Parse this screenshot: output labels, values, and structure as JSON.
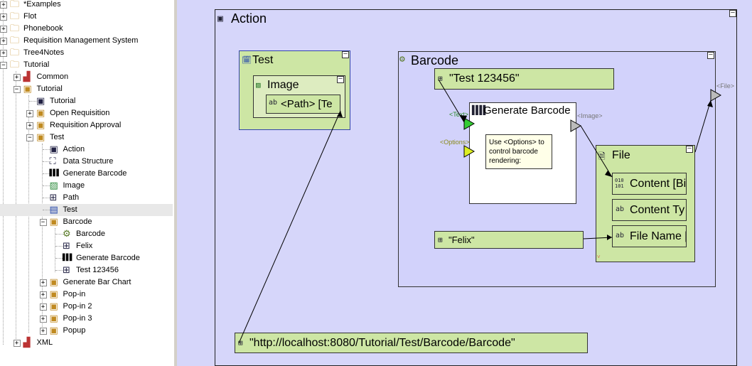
{
  "tree": {
    "items": [
      {
        "label": "*Examples"
      },
      {
        "label": "Flot"
      },
      {
        "label": "Phonebook"
      },
      {
        "label": "Requisition Management System"
      },
      {
        "label": "Tree4Notes"
      },
      {
        "label": "Tutorial"
      },
      {
        "label": "Common"
      },
      {
        "label": "Tutorial"
      },
      {
        "label": "Tutorial"
      },
      {
        "label": "Open Requisition"
      },
      {
        "label": "Requisition Approval"
      },
      {
        "label": "Test"
      },
      {
        "label": "Action"
      },
      {
        "label": "Data Structure"
      },
      {
        "label": "Generate Barcode"
      },
      {
        "label": "Image"
      },
      {
        "label": "Path"
      },
      {
        "label": "Test"
      },
      {
        "label": "Barcode"
      },
      {
        "label": "Barcode"
      },
      {
        "label": "Felix"
      },
      {
        "label": "Generate Barcode"
      },
      {
        "label": "Test 123456"
      },
      {
        "label": "Generate Bar Chart"
      },
      {
        "label": "Pop-in"
      },
      {
        "label": "Pop-in 2"
      },
      {
        "label": "Pop-in 3"
      },
      {
        "label": "Popup"
      },
      {
        "label": "XML"
      }
    ]
  },
  "canvas": {
    "action_title": "Action",
    "test_title": "Test",
    "image_title": "Image",
    "image_path": "<Path> [Te",
    "barcode_title": "Barcode",
    "test_value": "\"Test 123456\"",
    "generate_title": "Generate Barcode",
    "note_text": "Use <Options> to control barcode rendering:",
    "port_text": "<Text>",
    "port_options": "<Options>",
    "port_image": "<Image>",
    "port_file": "<File>",
    "file_title": "File",
    "content_field": "Content [Bi",
    "content_type_field": "Content Ty",
    "file_name_field": "File Name [",
    "felix_value": "\"Felix\"",
    "url_value": "\"http://localhost:8080/Tutorial/Test/Barcode/Barcode\"",
    "minimize_glyph": "–"
  },
  "colors": {
    "canvas_bg": "#d6d6fa",
    "node_green": "#cde6a4",
    "port_green": "#33cc33",
    "port_yellow": "#ddee22",
    "port_gray": "#bbbbbb"
  }
}
